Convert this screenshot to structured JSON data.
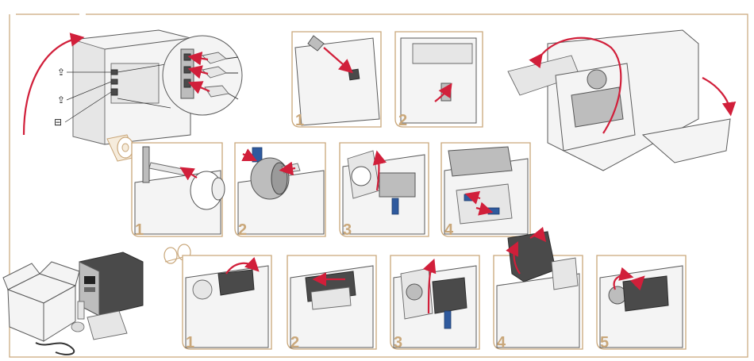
{
  "steps": {
    "cable": [
      "1",
      "2"
    ],
    "label_roll": [
      "1",
      "2",
      "3",
      "4"
    ],
    "ribbon": [
      "1",
      "2",
      "3",
      "4",
      "5"
    ]
  },
  "icons": [
    "usb-icon",
    "usb-icon",
    "ethernet-icon",
    "label-roll-icon",
    "ribbon-roll-icon"
  ],
  "colors": {
    "frame": "#c9a77a",
    "arrow": "#d11f3a",
    "accent": "#2f5a9e",
    "step_number": "#c9a77a"
  }
}
